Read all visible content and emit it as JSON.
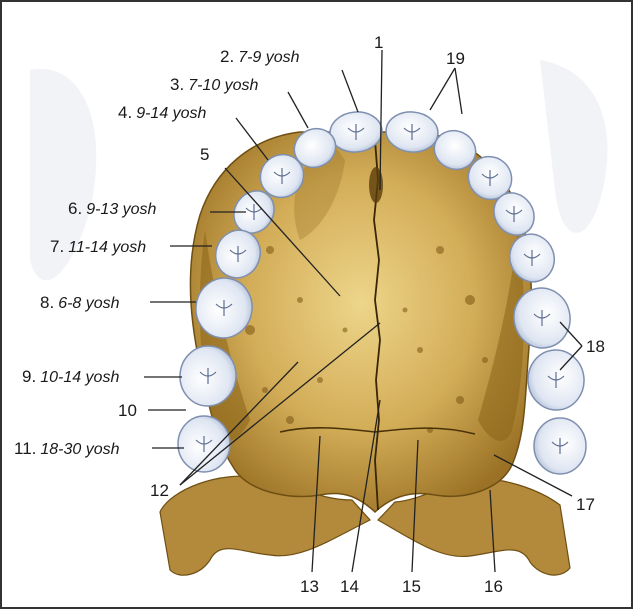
{
  "labels": {
    "l1": {
      "num": "1",
      "age": ""
    },
    "l2": {
      "num": "2.",
      "age": "7-9 yosh"
    },
    "l3": {
      "num": "3.",
      "age": "7-10 yosh"
    },
    "l4": {
      "num": "4.",
      "age": "9-14 yosh"
    },
    "l5": {
      "num": "5",
      "age": ""
    },
    "l6": {
      "num": "6.",
      "age": "9-13 yosh"
    },
    "l7": {
      "num": "7.",
      "age": "11-14 yosh"
    },
    "l8": {
      "num": "8.",
      "age": "6-8 yosh"
    },
    "l9": {
      "num": "9.",
      "age": "10-14 yosh"
    },
    "l10": {
      "num": "10",
      "age": ""
    },
    "l11": {
      "num": "11.",
      "age": "18-30 yosh"
    },
    "l12": {
      "num": "12",
      "age": ""
    },
    "l13": {
      "num": "13",
      "age": ""
    },
    "l14": {
      "num": "14",
      "age": ""
    },
    "l15": {
      "num": "15",
      "age": ""
    },
    "l16": {
      "num": "16",
      "age": ""
    },
    "l17": {
      "num": "17",
      "age": ""
    },
    "l18": {
      "num": "18",
      "age": ""
    },
    "l19": {
      "num": "19",
      "age": ""
    }
  },
  "colors": {
    "bone_light": "#e6c676",
    "bone_dark": "#8a6418",
    "tooth": "#e7edf6",
    "tooth_edge": "#7e8fb0",
    "leader": "#222222",
    "frame_border": "#333333"
  }
}
